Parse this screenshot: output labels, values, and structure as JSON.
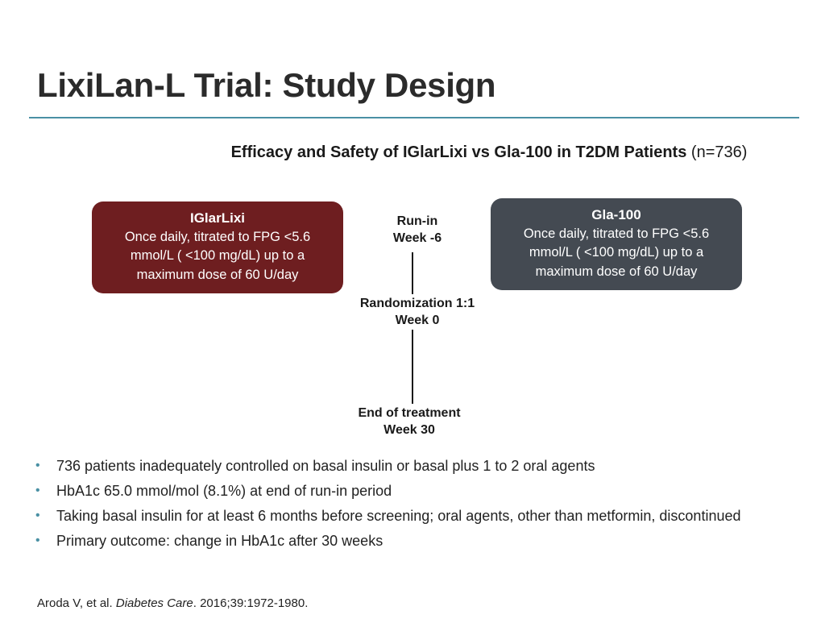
{
  "slide": {
    "title": "LixiLan-L Trial: Study Design"
  },
  "subtitle": {
    "main": "Efficacy and Safety of IGlarLixi vs Gla-100 in T2DM Patients",
    "count": "(n=736)"
  },
  "arms": {
    "left": {
      "name": "IGlarLixi",
      "description": "Once daily, titrated to FPG <5.6 mmol/L ( <100 mg/dL) up to a maximum dose of 60 U/day",
      "color": "#6e1e20"
    },
    "right": {
      "name": "Gla-100",
      "description": "Once daily, titrated to FPG <5.6 mmol/L ( <100 mg/dL) up to a maximum dose of 60 U/day",
      "color": "#444a52"
    }
  },
  "timeline": {
    "runin": {
      "label": "Run-in",
      "week": "Week -6"
    },
    "randomization": {
      "label": "Randomization 1:1",
      "week": "Week 0"
    },
    "end": {
      "label": "End of treatment",
      "week": "Week 30"
    }
  },
  "bullets": [
    "736 patients inadequately controlled on basal insulin or basal plus 1 to 2 oral agents",
    "HbA1c 65.0 mmol/mol (8.1%) at end of run-in period",
    "Taking basal insulin for at least 6 months before screening; oral agents, other than metformin, discontinued",
    "Primary outcome: change in HbA1c after 30 weeks"
  ],
  "bullet_symbol": "•",
  "citation": {
    "authors": "Aroda V, et al.",
    "journal": "Diabetes Care",
    "details": ". 2016;39:1972-1980."
  },
  "accent_color": "#4a90a4"
}
